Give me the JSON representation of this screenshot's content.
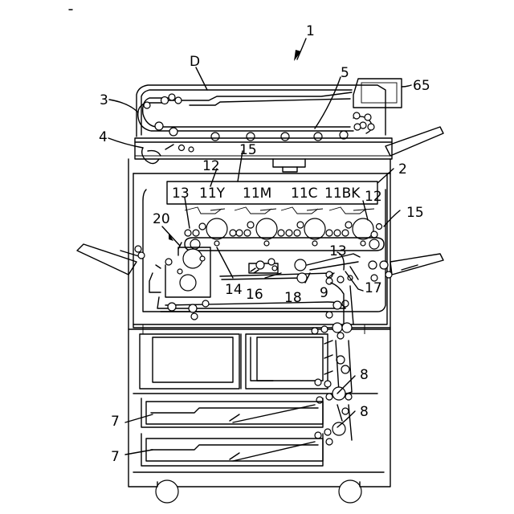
{
  "labels": {
    "machine": "1",
    "original": "D",
    "feeder": "3",
    "reader": "4",
    "platen": "5",
    "panel": "65",
    "printer_body": "2",
    "transfer_belt_top": "15",
    "transfer_belt_right": "15",
    "roller_left": "12",
    "roller_right": "12",
    "cartridge_y": "11Y",
    "cartridge_m": "11M",
    "cartridge_c": "11C",
    "cartridge_bk": "11BK",
    "developer_left": "13",
    "developer_right": "13",
    "fixing_unit": "20",
    "belt_14": "14",
    "sensor_16": "16",
    "roller_18": "18",
    "roller_9": "9",
    "path_17": "17",
    "conveyor_upper": "8",
    "conveyor_lower": "8",
    "tray_upper": "7",
    "tray_lower": "7"
  }
}
